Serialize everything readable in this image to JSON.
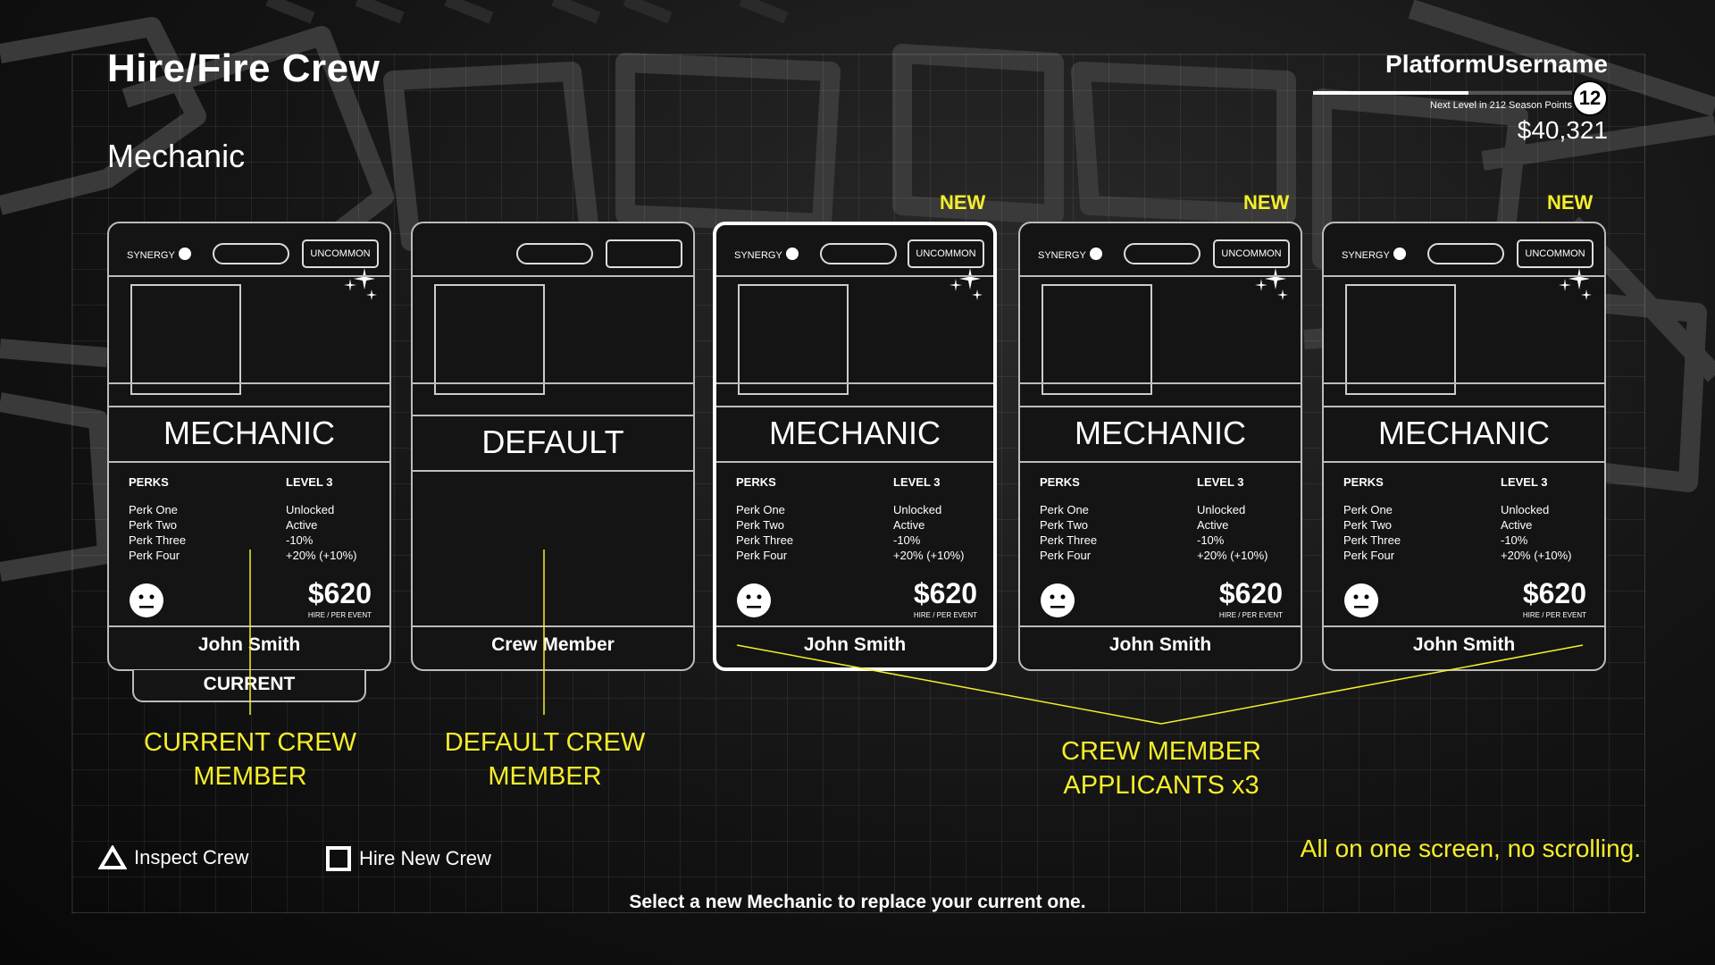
{
  "screen": {
    "title": "Hire/Fire Crew",
    "subtitle": "Mechanic"
  },
  "profile": {
    "username": "PlatformUsername",
    "level": "12",
    "next_level": "Next Level in 212 Season Points",
    "money": "$40,321",
    "xp_progress": 0.6
  },
  "cards": [
    {
      "new_tag": "",
      "synergy_label": "SYNERGY",
      "rarity": "UNCOMMON",
      "role": "MECHANIC",
      "perks_header": "PERKS",
      "level_header": "LEVEL 3",
      "perks": [
        "Perk One",
        "Perk Two",
        "Perk Three",
        "Perk Four"
      ],
      "perk_values": [
        "Unlocked",
        "Active",
        "-10%",
        "+20% (+10%)"
      ],
      "price": "$620",
      "price_sub": "HIRE / PER EVENT",
      "name": "John Smith",
      "status_tab": "CURRENT"
    },
    {
      "role": "DEFAULT",
      "name": "Crew Member"
    },
    {
      "new_tag": "NEW",
      "synergy_label": "SYNERGY",
      "rarity": "UNCOMMON",
      "role": "MECHANIC",
      "perks_header": "PERKS",
      "level_header": "LEVEL 3",
      "perks": [
        "Perk One",
        "Perk Two",
        "Perk Three",
        "Perk Four"
      ],
      "perk_values": [
        "Unlocked",
        "Active",
        "-10%",
        "+20% (+10%)"
      ],
      "price": "$620",
      "price_sub": "HIRE / PER EVENT",
      "name": "John Smith",
      "selected": true
    },
    {
      "new_tag": "NEW",
      "synergy_label": "SYNERGY",
      "rarity": "UNCOMMON",
      "role": "MECHANIC",
      "perks_header": "PERKS",
      "level_header": "LEVEL 3",
      "perks": [
        "Perk One",
        "Perk Two",
        "Perk Three",
        "Perk Four"
      ],
      "perk_values": [
        "Unlocked",
        "Active",
        "-10%",
        "+20% (+10%)"
      ],
      "price": "$620",
      "price_sub": "HIRE / PER EVENT",
      "name": "John Smith"
    },
    {
      "new_tag": "NEW",
      "synergy_label": "SYNERGY",
      "rarity": "UNCOMMON",
      "role": "MECHANIC",
      "perks_header": "PERKS",
      "level_header": "LEVEL 3",
      "perks": [
        "Perk One",
        "Perk Two",
        "Perk Three",
        "Perk Four"
      ],
      "perk_values": [
        "Unlocked",
        "Active",
        "-10%",
        "+20% (+10%)"
      ],
      "price": "$620",
      "price_sub": "HIRE / PER EVENT",
      "name": "John Smith"
    }
  ],
  "annotations": {
    "current": [
      "CURRENT CREW",
      "MEMBER"
    ],
    "default": [
      "DEFAULT CREW",
      "MEMBER"
    ],
    "applicants": [
      "CREW MEMBER",
      "APPLICANTS x3"
    ],
    "note": "All on one screen, no scrolling."
  },
  "legend": {
    "inspect": "Inspect Crew",
    "inspect_icon": "triangle-button-icon",
    "hire": "Hire New Crew",
    "hire_icon": "square-button-icon"
  },
  "footer": "Select a new Mechanic to replace your current one.",
  "colors": {
    "annotation": "#f5ee2a",
    "card_bg": "#141414",
    "card_border": "#bcbcbc",
    "selected_border": "#ffffff"
  }
}
